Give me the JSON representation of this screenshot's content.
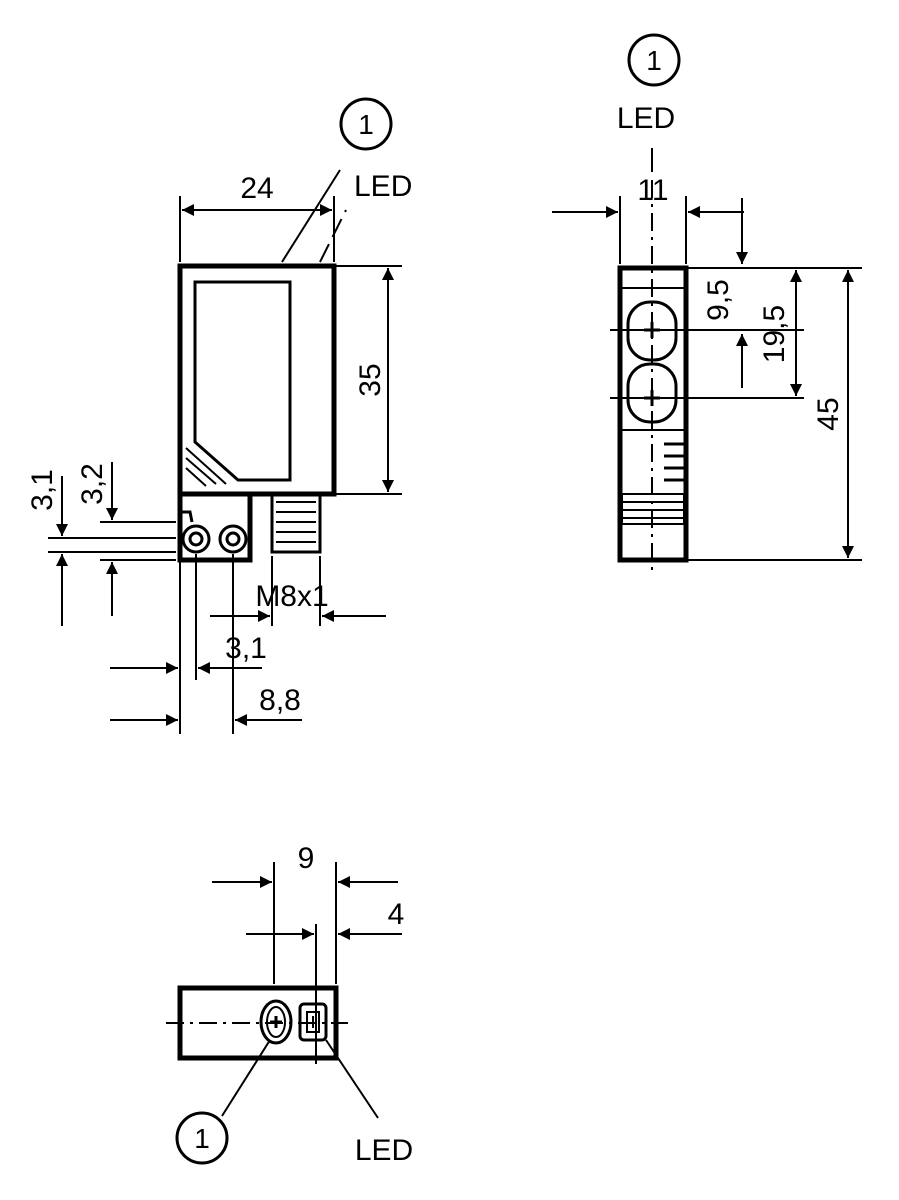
{
  "labels": {
    "marker": "1",
    "led": "LED",
    "dim_24": "24",
    "dim_35": "35",
    "dim_3_1_v": "3,1",
    "dim_3_2": "3,2",
    "dim_m8": "M8x1",
    "dim_3_1_h": "3,1",
    "dim_8_8": "8,8",
    "dim_11": "11",
    "dim_9_5": "9,5",
    "dim_19_5": "19,5",
    "dim_45": "45",
    "dim_9": "9",
    "dim_4": "4"
  }
}
